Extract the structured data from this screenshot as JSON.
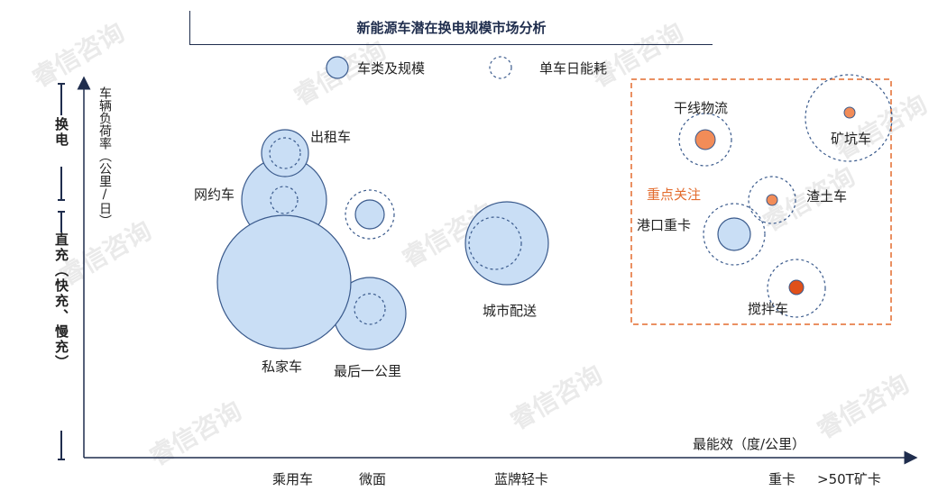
{
  "title": "新能源车潜在换电规模市场分析",
  "legend": {
    "scale": "车类及规模",
    "daily_energy": "单车日能耗"
  },
  "y_axis": {
    "label": "车辆负荷率（公里/日）",
    "sections": {
      "swap": "换电",
      "charge": "直充（快充、慢充）"
    }
  },
  "x_axis": {
    "label": "最能效（度/公里）",
    "categories": [
      "乘用车",
      "微面",
      "蓝牌轻卡",
      "重卡",
      ">50T矿卡"
    ]
  },
  "focus_label": "重点关注",
  "bubbles": {
    "taxi": "出租车",
    "ride_hailing": "网约车",
    "private_car": "私家车",
    "last_mile": "最后一公里",
    "urban_delivery": "城市配送",
    "trunk_logistics": "干线物流",
    "mining_pit": "矿坑车",
    "muck_truck": "渣土车",
    "port_truck": "港口重卡",
    "mixer": "搅拌车"
  },
  "colors": {
    "bubble_fill": "#c9def5",
    "bubble_stroke": "#3a5a8c",
    "focus_border": "#e36c2e",
    "orange_fill": "#f28c58",
    "dark_orange_fill": "#e0501a"
  },
  "watermark": "睿信咨询"
}
